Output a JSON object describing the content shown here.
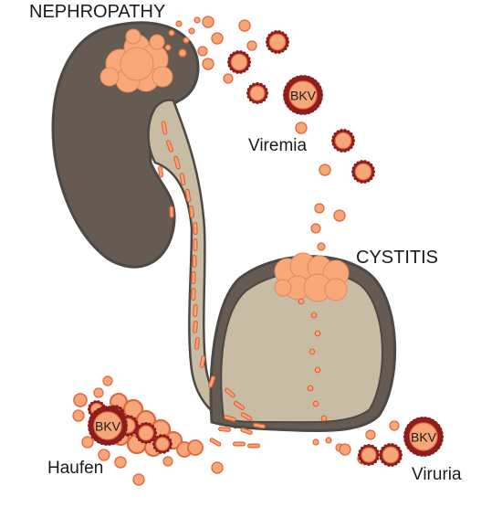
{
  "labels": {
    "nephropathy": "NEPHROPATHY",
    "viremia": "Viremia",
    "cystitis": "CYSTITIS",
    "haufen": "Haufen",
    "viruria": "Viruria"
  },
  "virus_tag": "BKV",
  "colors": {
    "organ_outline": "#4d4843",
    "kidney": "#655b52",
    "bladder_rim": "#655b52",
    "bladder_fill": "#c9bca5",
    "ureter": "#c9bca5",
    "particle_fill": "#f7a679",
    "particle_stroke": "#e0663a",
    "virion_spike": "#8e1d1d",
    "lesion": "#f9a87a"
  }
}
